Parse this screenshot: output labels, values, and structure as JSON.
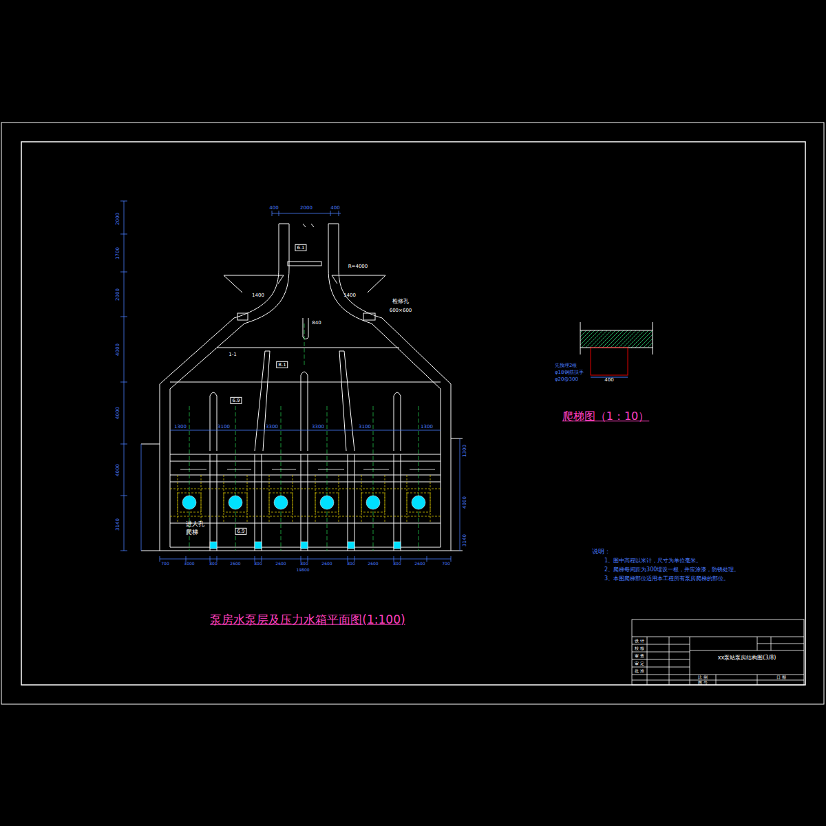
{
  "diagram": {
    "title": "泵房水泵层及压力水箱平面图(1:100)",
    "nodes": [
      {
        "text": [
          "6.1"
        ]
      },
      {
        "text": [
          "B.1"
        ]
      },
      {
        "text": [
          "6.9"
        ]
      },
      {
        "text": [
          "6.9"
        ]
      }
    ],
    "labels": [
      "400",
      "2000",
      "400",
      "R=4000",
      "1400",
      "1400",
      "检修孔",
      "600×600",
      "840",
      "1-1",
      "1300",
      "3100",
      "3300",
      "3300",
      "3100",
      "1300",
      "进人孔",
      "爬梯",
      "700",
      "3000",
      "800",
      "2600",
      "800",
      "2600",
      "800",
      "2600",
      "800",
      "2600",
      "800",
      "2600",
      "700",
      "19800",
      "2000",
      "1700",
      "2000",
      "4000",
      "4000",
      "4000",
      "3140",
      "1300",
      "4000",
      "3140",
      "爬梯图（1：10）",
      "说明：",
      "1、图中高程以米计，尺寸为单位毫米。",
      "2、爬梯每间距为300埋设一根，并应涂漆，防锈处理。",
      "3、本图爬梯部位适用本工程所有泵房爬梯的部位。",
      "先预埋2根",
      "φ18钢筋扶手",
      "φ20@300",
      "400",
      "xx泵站泵房结构图(3/8)",
      "设 计",
      "校 核",
      "审 查",
      "审 定",
      "批 准",
      "比 例",
      "图 号",
      "日 期"
    ]
  }
}
